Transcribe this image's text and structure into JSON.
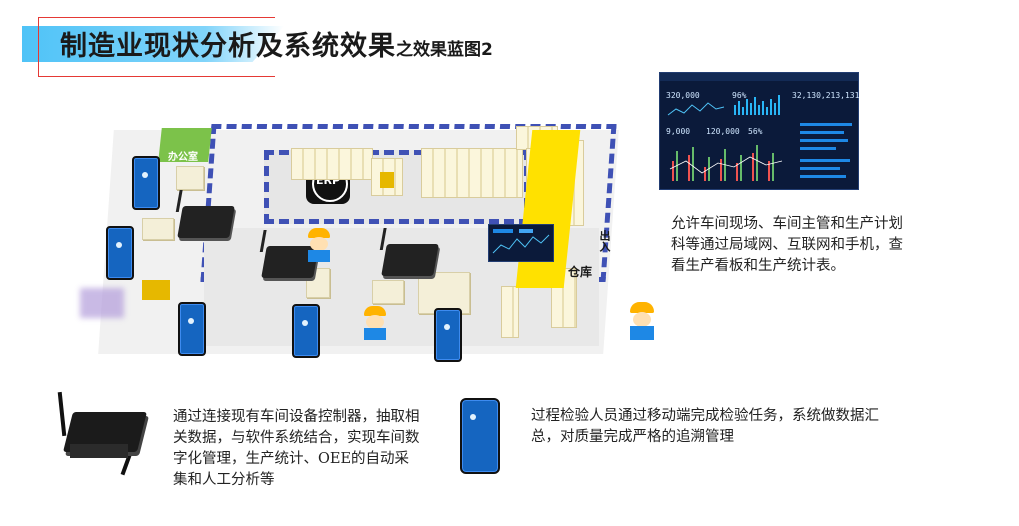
{
  "header": {
    "title_main": "制造业现状分析及系统效果",
    "title_sub": "之效果蓝图2"
  },
  "floor": {
    "office_label": "办公室",
    "erp_label": "ERP",
    "warehouse_label": "仓库",
    "entrance_label": "出入"
  },
  "dashboard_large": {
    "kpi1": "320,000",
    "kpi2": "96%",
    "kpi3": "32,130,213,131",
    "kpi4": "9,000",
    "kpi5": "120,000",
    "kpi6": "56%"
  },
  "paragraphs": {
    "right_desc": "允许车间现场、车间主管和生产计划科等通过局域网、互联网和手机，查看生产看板和生产统计表。",
    "controller_desc": "通过连接现有车间设备控制器，抽取相关数据，与软件系统结合，实现车间数字化管理，生产统计、OEE的自动采集和人工分析等",
    "mobile_desc": "过程检验人员通过移动端完成检验任务，系统做数据汇总，对质量完成严格的追溯管理"
  },
  "colors": {
    "accent_blue": "#3f51b5",
    "header_band": "#4fc3f7",
    "header_frame": "#e53935",
    "warehouse_yellow": "#ffe100",
    "dashboard_bg": "#0b1a3a"
  },
  "icons": [
    "router-icon",
    "phone-icon",
    "worker-icon",
    "erp-icon",
    "dashboard-icon"
  ]
}
